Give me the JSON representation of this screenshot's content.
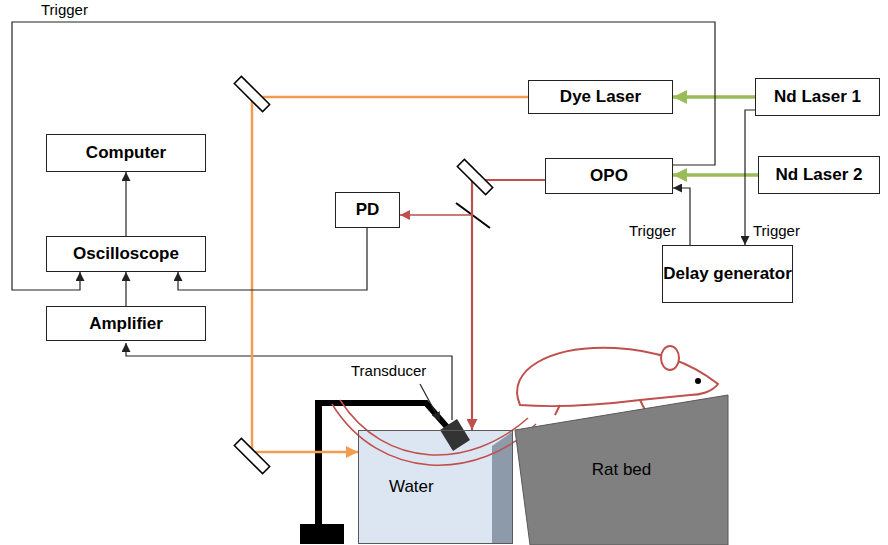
{
  "diagram": {
    "nodes": [
      {
        "text": [
          "Computer"
        ]
      },
      {
        "text": [
          "Dye Laser"
        ]
      },
      {
        "text": [
          "Nd Laser 1"
        ]
      },
      {
        "text": [
          "OPO"
        ]
      },
      {
        "text": [
          "Nd Laser 2"
        ]
      },
      {
        "text": [
          "PD"
        ]
      },
      {
        "text": [
          "Oscilloscope"
        ]
      },
      {
        "text": [
          "Delay generator"
        ]
      },
      {
        "text": [
          "Amplifier"
        ]
      },
      {
        "text": [
          "Water"
        ]
      },
      {
        "text": [
          "Rat bed"
        ]
      }
    ],
    "edges": [
      {
        "from": 2,
        "to": 1,
        "arrow": "to"
      },
      {
        "from": 4,
        "to": 3,
        "arrow": "to"
      },
      {
        "from": 1,
        "to": 9,
        "arrow": "to"
      },
      {
        "from": 3,
        "to": 5,
        "arrow": "to"
      },
      {
        "from": 3,
        "to": 9,
        "arrow": "to"
      },
      {
        "from": 6,
        "to": 0,
        "arrow": "to"
      },
      {
        "from": 8,
        "to": 6,
        "arrow": "to"
      },
      {
        "from": 5,
        "to": 6,
        "arrow": "to"
      },
      {
        "from": 3,
        "to": 6,
        "arrow": "to"
      },
      {
        "from": 7,
        "to": 3,
        "arrow": "to"
      },
      {
        "from": 2,
        "to": 7,
        "arrow": "to"
      }
    ],
    "labels": [
      "Trigger",
      "Trigger",
      "Trigger",
      "Transducer"
    ]
  }
}
